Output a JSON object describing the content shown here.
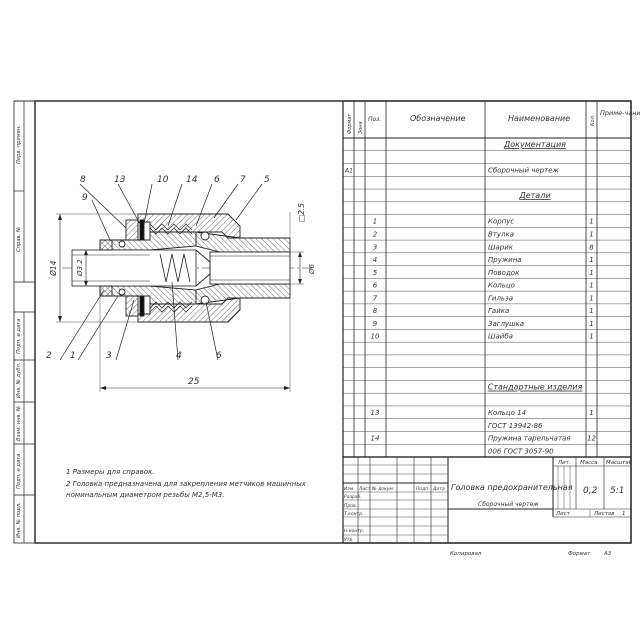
{
  "side_stamp": [
    "Перв. примен.",
    "Справ. №",
    "Подп. и дата",
    "Инв. № дубл.",
    "Взам. инв. №",
    "Подп. и дата",
    "Инв. № подл."
  ],
  "callouts_top": [
    "8",
    "13",
    "10",
    "14",
    "6",
    "7",
    "5"
  ],
  "callouts_bottom": [
    "2",
    "1",
    "3",
    "4",
    "6"
  ],
  "callout_left": "9",
  "dims": {
    "d_outer": "Ø14",
    "d_inner": "Ø3.2",
    "d_right": "Ø6",
    "length": "25",
    "square": "□2.5"
  },
  "notes": [
    "1  Размеры для справок.",
    "2  Головка предназначена для закрепления метчиков машинных",
    "номинальным диаметром резьбы М2,5-М3."
  ],
  "spec": {
    "headers": {
      "format": "Формат",
      "zone": "Зона",
      "pos": "Поз.",
      "designation": "Обозначение",
      "name": "Наименование",
      "qty": "Кол.",
      "note": "Приме-чание"
    },
    "rows": [
      {
        "f": "",
        "pos": "",
        "des": "",
        "name": "Документация",
        "qty": "",
        "kind": "section"
      },
      {
        "f": "",
        "pos": "",
        "des": "",
        "name": "",
        "qty": "",
        "kind": "blank"
      },
      {
        "f": "А1",
        "pos": "",
        "des": "",
        "name": "Сборочный чертеж",
        "qty": "",
        "kind": "item"
      },
      {
        "f": "",
        "pos": "",
        "des": "",
        "name": "",
        "qty": "",
        "kind": "blank"
      },
      {
        "f": "",
        "pos": "",
        "des": "",
        "name": "Детали",
        "qty": "",
        "kind": "section"
      },
      {
        "f": "",
        "pos": "",
        "des": "",
        "name": "",
        "qty": "",
        "kind": "blank"
      },
      {
        "f": "",
        "pos": "1",
        "des": "",
        "name": "Корпус",
        "qty": "1",
        "kind": "item"
      },
      {
        "f": "",
        "pos": "2",
        "des": "",
        "name": "Втулка",
        "qty": "1",
        "kind": "item"
      },
      {
        "f": "",
        "pos": "3",
        "des": "",
        "name": "Шарик",
        "qty": "8",
        "kind": "item"
      },
      {
        "f": "",
        "pos": "4",
        "des": "",
        "name": "Пружина",
        "qty": "1",
        "kind": "item"
      },
      {
        "f": "",
        "pos": "5",
        "des": "",
        "name": "Поводок",
        "qty": "1",
        "kind": "item"
      },
      {
        "f": "",
        "pos": "6",
        "des": "",
        "name": "Кольцо",
        "qty": "1",
        "kind": "item"
      },
      {
        "f": "",
        "pos": "7",
        "des": "",
        "name": "Гильза",
        "qty": "1",
        "kind": "item"
      },
      {
        "f": "",
        "pos": "8",
        "des": "",
        "name": "Гайка",
        "qty": "1",
        "kind": "item"
      },
      {
        "f": "",
        "pos": "9",
        "des": "",
        "name": "Заглушка",
        "qty": "1",
        "kind": "item"
      },
      {
        "f": "",
        "pos": "10",
        "des": "",
        "name": "Шайба",
        "qty": "1",
        "kind": "item"
      },
      {
        "f": "",
        "pos": "",
        "des": "",
        "name": "",
        "qty": "",
        "kind": "blank"
      },
      {
        "f": "",
        "pos": "",
        "des": "",
        "name": "",
        "qty": "",
        "kind": "blank"
      },
      {
        "f": "",
        "pos": "",
        "des": "",
        "name": "",
        "qty": "",
        "kind": "blank"
      },
      {
        "f": "",
        "pos": "",
        "des": "",
        "name": "Стандартные изделия",
        "qty": "",
        "kind": "section"
      },
      {
        "f": "",
        "pos": "",
        "des": "",
        "name": "",
        "qty": "",
        "kind": "blank"
      },
      {
        "f": "",
        "pos": "13",
        "des": "",
        "name": "Кольцо 14",
        "qty": "1",
        "kind": "item"
      },
      {
        "f": "",
        "pos": "",
        "des": "",
        "name": "ГОСТ 13942-86",
        "qty": "",
        "kind": "item"
      },
      {
        "f": "",
        "pos": "14",
        "des": "",
        "name": "Пружина тарельчатая",
        "qty": "12",
        "kind": "item"
      },
      {
        "f": "",
        "pos": "",
        "des": "",
        "name": "006 ГОСТ 3057-90",
        "qty": "",
        "kind": "item"
      }
    ]
  },
  "title_block": {
    "title": "Головка предохранительная",
    "subtitle": "Сборочный чертеж",
    "lit_label": "Лит.",
    "mass_label": "Масса",
    "scale_label": "Масштаб",
    "mass": "0,2",
    "scale": "5:1",
    "sheet_label": "Лист",
    "sheets_label": "Листов",
    "sheets": "1",
    "headers": [
      "Изм.",
      "Лист",
      "№ докум.",
      "Подп.",
      "Дата"
    ],
    "roles": [
      "Разраб.",
      "Пров.",
      "Т.контр.",
      "",
      "Н.контр.",
      "Утв."
    ],
    "copied": "Копировал",
    "format": "Формат",
    "format_value": "А3"
  }
}
